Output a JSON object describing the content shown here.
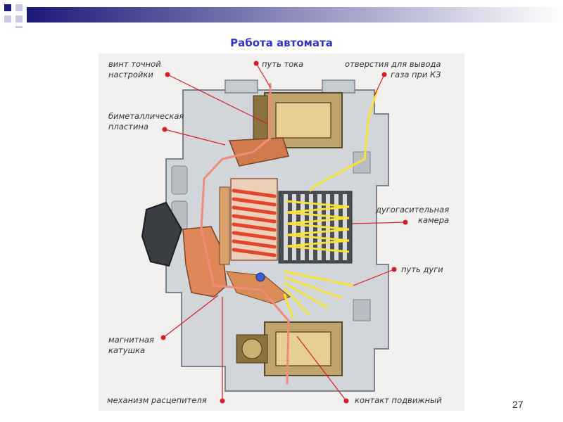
{
  "slide": {
    "title": "Работа автомата",
    "number": "27"
  },
  "diagram": {
    "callouts": {
      "adjust_screw": "винт точной\nнастройки",
      "current_path": "путь тока",
      "gas_vents": "отверстия для вывода\nгаза при КЗ",
      "bimetal_strip": "биметаллическая\nпластина",
      "arc_chute": "дугогасительная\nкамера",
      "arc_path": "путь дуги",
      "magnetic_coil": "магнитная\nкатушка",
      "trip_mechanism": "механизм расцепителя",
      "moving_contact": "контакт подвижный"
    }
  },
  "colors": {
    "title": "#3333cc",
    "corner_navy": "#1c1a78",
    "corner_light": "#c8c8e8",
    "arc": "#f5e23a",
    "marker": "#d91c2a",
    "copper": "#e0875a",
    "spring": "#e3462c"
  }
}
